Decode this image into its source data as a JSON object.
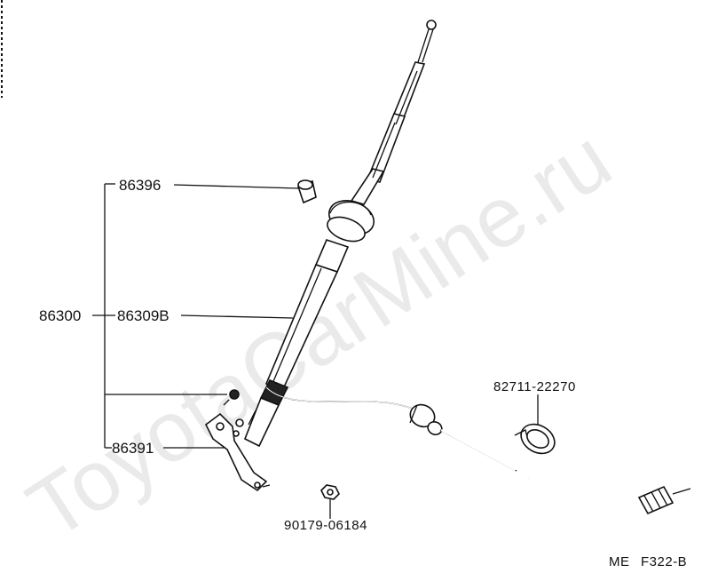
{
  "watermark": "ToyotaCarMine.ru",
  "labels": {
    "assembly": "86300",
    "rod": "86309B",
    "cap": "86396",
    "bracket": "86391",
    "clamp": "82711-22270",
    "nut": "90179-06184"
  },
  "footer": {
    "region": "ME",
    "code": "F322-B"
  },
  "colors": {
    "ink": "#111111",
    "watermark": "#d9d9d9"
  }
}
